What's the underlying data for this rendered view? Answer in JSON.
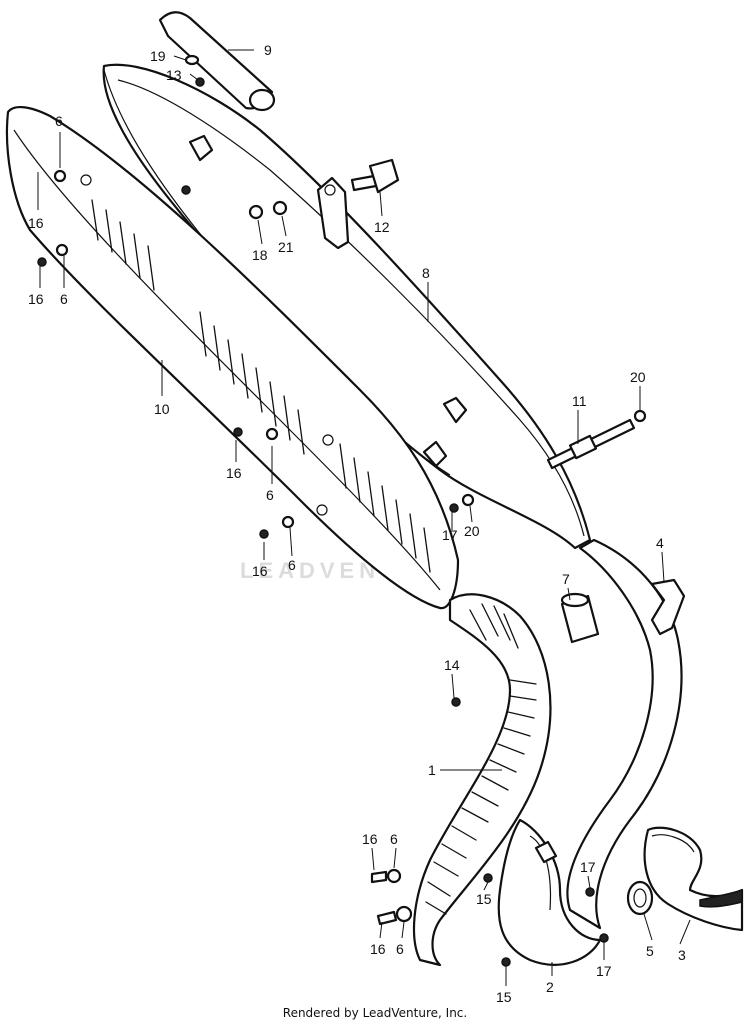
{
  "watermark": "LEADVENTURE",
  "credit": "Rendered by LeadVenture, Inc.",
  "callouts": {
    "c9": "9",
    "c19": "19",
    "c13": "13",
    "c6a": "6",
    "c16a": "16",
    "c16b": "16",
    "c6b": "6",
    "c18": "18",
    "c21": "21",
    "c12": "12",
    "c8": "8",
    "c10": "10",
    "c16c": "16",
    "c6c": "6",
    "c16d": "16",
    "c6d": "6",
    "c20a": "20",
    "c11": "11",
    "c17a": "17",
    "c20b": "20",
    "c4": "4",
    "c7": "7",
    "c14": "14",
    "c1": "1",
    "c16e": "16",
    "c6e": "6",
    "c15a": "15",
    "c17b": "17",
    "c17c": "17",
    "c5": "5",
    "c3": "3",
    "c16f": "16",
    "c6f": "6",
    "c15b": "15",
    "c2": "2"
  }
}
